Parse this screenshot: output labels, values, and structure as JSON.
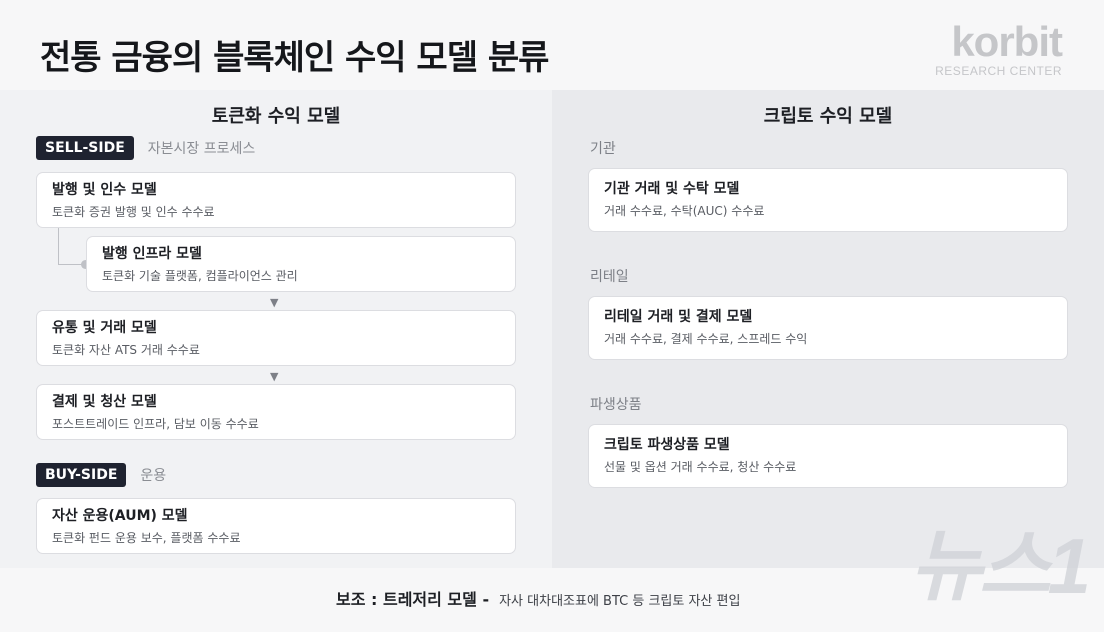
{
  "title": "전통 금융의 블록체인 수익 모델 분류",
  "logo": {
    "word": "korbit",
    "sub": "RESEARCH CENTER"
  },
  "left": {
    "title": "토큰화 수익 모델",
    "sell_side": {
      "badge": "SELL-SIDE",
      "sub": "자본시장 프로세스",
      "cards": [
        {
          "title": "발행 및 인수 모델",
          "desc": "토큰화 증권 발행 및 인수 수수료"
        },
        {
          "title": "발행 인프라 모델",
          "desc": "토큰화 기술 플랫폼, 컴플라이언스 관리"
        },
        {
          "title": "유통 및 거래 모델",
          "desc": "토큰화 자산 ATS 거래 수수료"
        },
        {
          "title": "결제 및 청산 모델",
          "desc": "포스트트레이드 인프라, 담보 이동 수수료"
        }
      ]
    },
    "buy_side": {
      "badge": "BUY-SIDE",
      "sub": "운용",
      "cards": [
        {
          "title": "자산 운용(AUM) 모델",
          "desc": "토큰화 펀드 운용 보수, 플랫폼 수수료"
        }
      ]
    },
    "arrow": "▼"
  },
  "right": {
    "title": "크립토 수익 모델",
    "sections": [
      {
        "label": "기관",
        "title": "기관 거래 및 수탁 모델",
        "desc": "거래 수수료, 수탁(AUC) 수수료"
      },
      {
        "label": "리테일",
        "title": "리테일 거래 및 결제 모델",
        "desc": "거래 수수료, 결제 수수료, 스프레드 수익"
      },
      {
        "label": "파생상품",
        "title": "크립토 파생상품 모델",
        "desc": "선물 및 옵션 거래 수수료, 청산 수수료"
      }
    ]
  },
  "footer": {
    "main": "보조 : 트레저리 모델 -",
    "sub": "자사 대차대조표에 BTC 등 크립토 자산 편입"
  },
  "watermark": "뉴스1"
}
